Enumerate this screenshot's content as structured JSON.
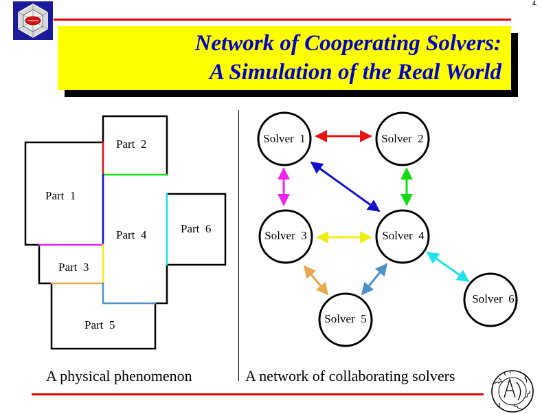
{
  "page": {
    "number": "4."
  },
  "title": {
    "line1": "Network of Cooperating Solvers:",
    "line2": "A Simulation of the Real World"
  },
  "colors": {
    "rule": "#e00000",
    "title_bg": "#ffff00",
    "title_text": "#0000cc",
    "edge_1_2": "#e81010",
    "edge_1_3": "#ee22ee",
    "edge_1_4": "#1010cc",
    "edge_2_4": "#10dd10",
    "edge_3_4": "#eeee10",
    "edge_4_6": "#20e0e8",
    "edge_3_5": "#e8a850",
    "edge_4_5": "#5090c8"
  },
  "physical": {
    "caption": "A physical phenomenon",
    "parts": [
      "Part  1",
      "Part  2",
      "Part  3",
      "Part  4",
      "Part  5",
      "Part  6"
    ]
  },
  "network": {
    "caption": "A network of collaborating solvers",
    "solvers": [
      "Solver  1",
      "Solver  2",
      "Solver  3",
      "Solver  4",
      "Solver  5",
      "Solver  6"
    ]
  },
  "icons": {
    "logo": "hexagon-network-logo",
    "seal": "university-seal"
  }
}
